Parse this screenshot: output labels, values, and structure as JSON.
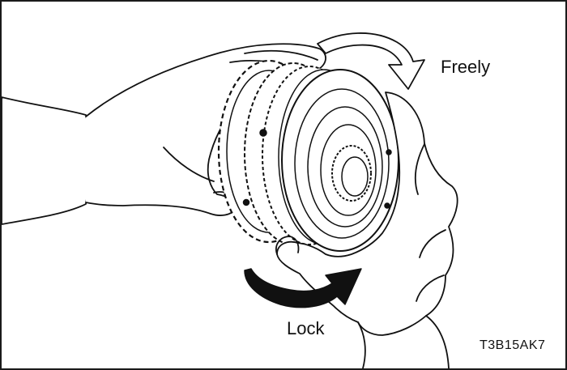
{
  "labels": {
    "freely": "Freely",
    "lock": "Lock",
    "figure_code": "T3B15AK7"
  }
}
